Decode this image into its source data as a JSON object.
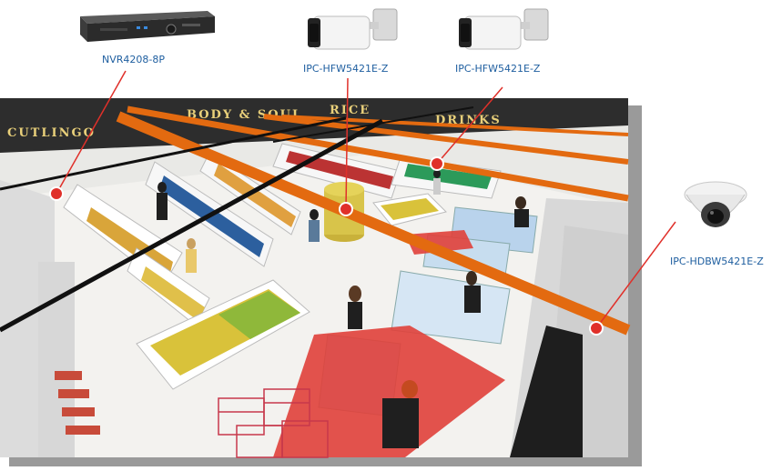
{
  "devices": {
    "nvr": {
      "label": "NVR4208-8P",
      "icon": "nvr-recorder-icon"
    },
    "bullet_cam_1": {
      "label": "IPC-HFW5421E-Z",
      "icon": "bullet-camera-icon"
    },
    "bullet_cam_2": {
      "label": "IPC-HFW5421E-Z",
      "icon": "bullet-camera-icon"
    },
    "dome_cam": {
      "label": "IPC-HDBW5421E-Z",
      "icon": "dome-camera-icon"
    }
  },
  "store_signs": [
    "CUTLINGO",
    "BODY & SOUL",
    "RICE",
    "DRINKS"
  ],
  "colors": {
    "label_text": "#1f5fa0",
    "connector_line": "#e0302a",
    "marker_dot": "#e0302a",
    "network_cable_orange": "#e36a10",
    "network_cable_black": "#111111",
    "store_floor": "#f2f2ee"
  }
}
